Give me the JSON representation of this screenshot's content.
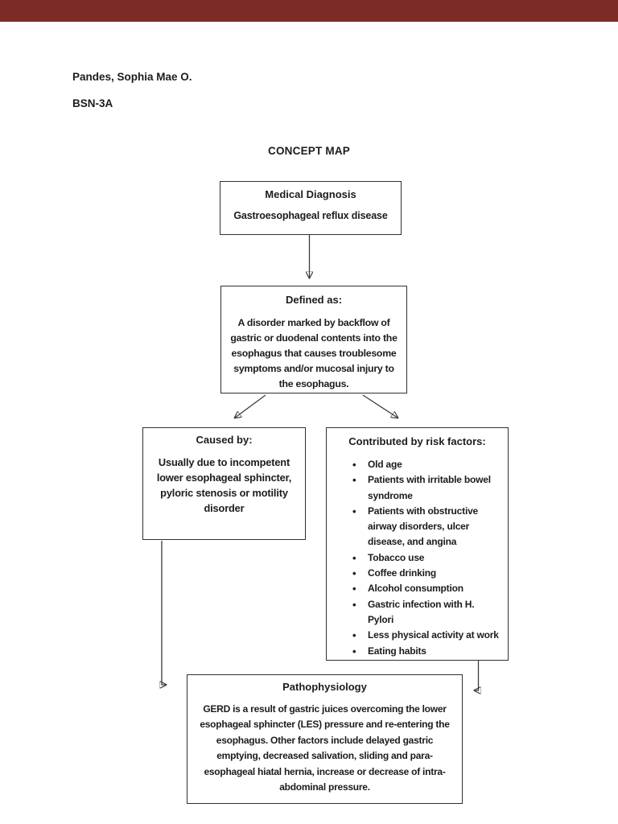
{
  "viewer": {
    "top_bar_color": "#7d2b26"
  },
  "document": {
    "author": "Pandes, Sophia Mae O.",
    "class_section": "BSN-3A",
    "title": "CONCEPT MAP"
  },
  "concept_map": {
    "medical_diagnosis": {
      "heading": "Medical Diagnosis",
      "body": "Gastroesophageal reflux disease"
    },
    "defined_as": {
      "heading": "Defined as:",
      "body": "A disorder marked by backflow of\ngastric or duodenal contents into the\nesophagus that causes troublesome\nsymptoms and/or mucosal injury to\nthe esophagus."
    },
    "caused_by": {
      "heading": "Caused by:",
      "body": "Usually due to incompetent\nlower esophageal sphincter,\npyloric stenosis or motility\ndisorder"
    },
    "risk_factors": {
      "heading": "Contributed by risk factors:",
      "items": [
        "Old age",
        "Patients with irritable bowel\nsyndrome",
        "Patients with obstructive\nairway disorders, ulcer\ndisease, and angina",
        "Tobacco use",
        "Coffee drinking",
        "Alcohol consumption",
        "Gastric infection with H.\nPylori",
        "Less physical activity at work",
        "Eating habits"
      ]
    },
    "pathophysiology": {
      "heading": "Pathophysiology",
      "body": "GERD is a result of gastric juices overcoming the lower\nesophageal sphincter (LES) pressure and re-entering the\nesophagus. Other factors include delayed gastric\nemptying, decreased salivation, sliding and para-\nesophageal hiatal hernia, increase or decrease of intra-\nabdominal pressure."
    }
  }
}
